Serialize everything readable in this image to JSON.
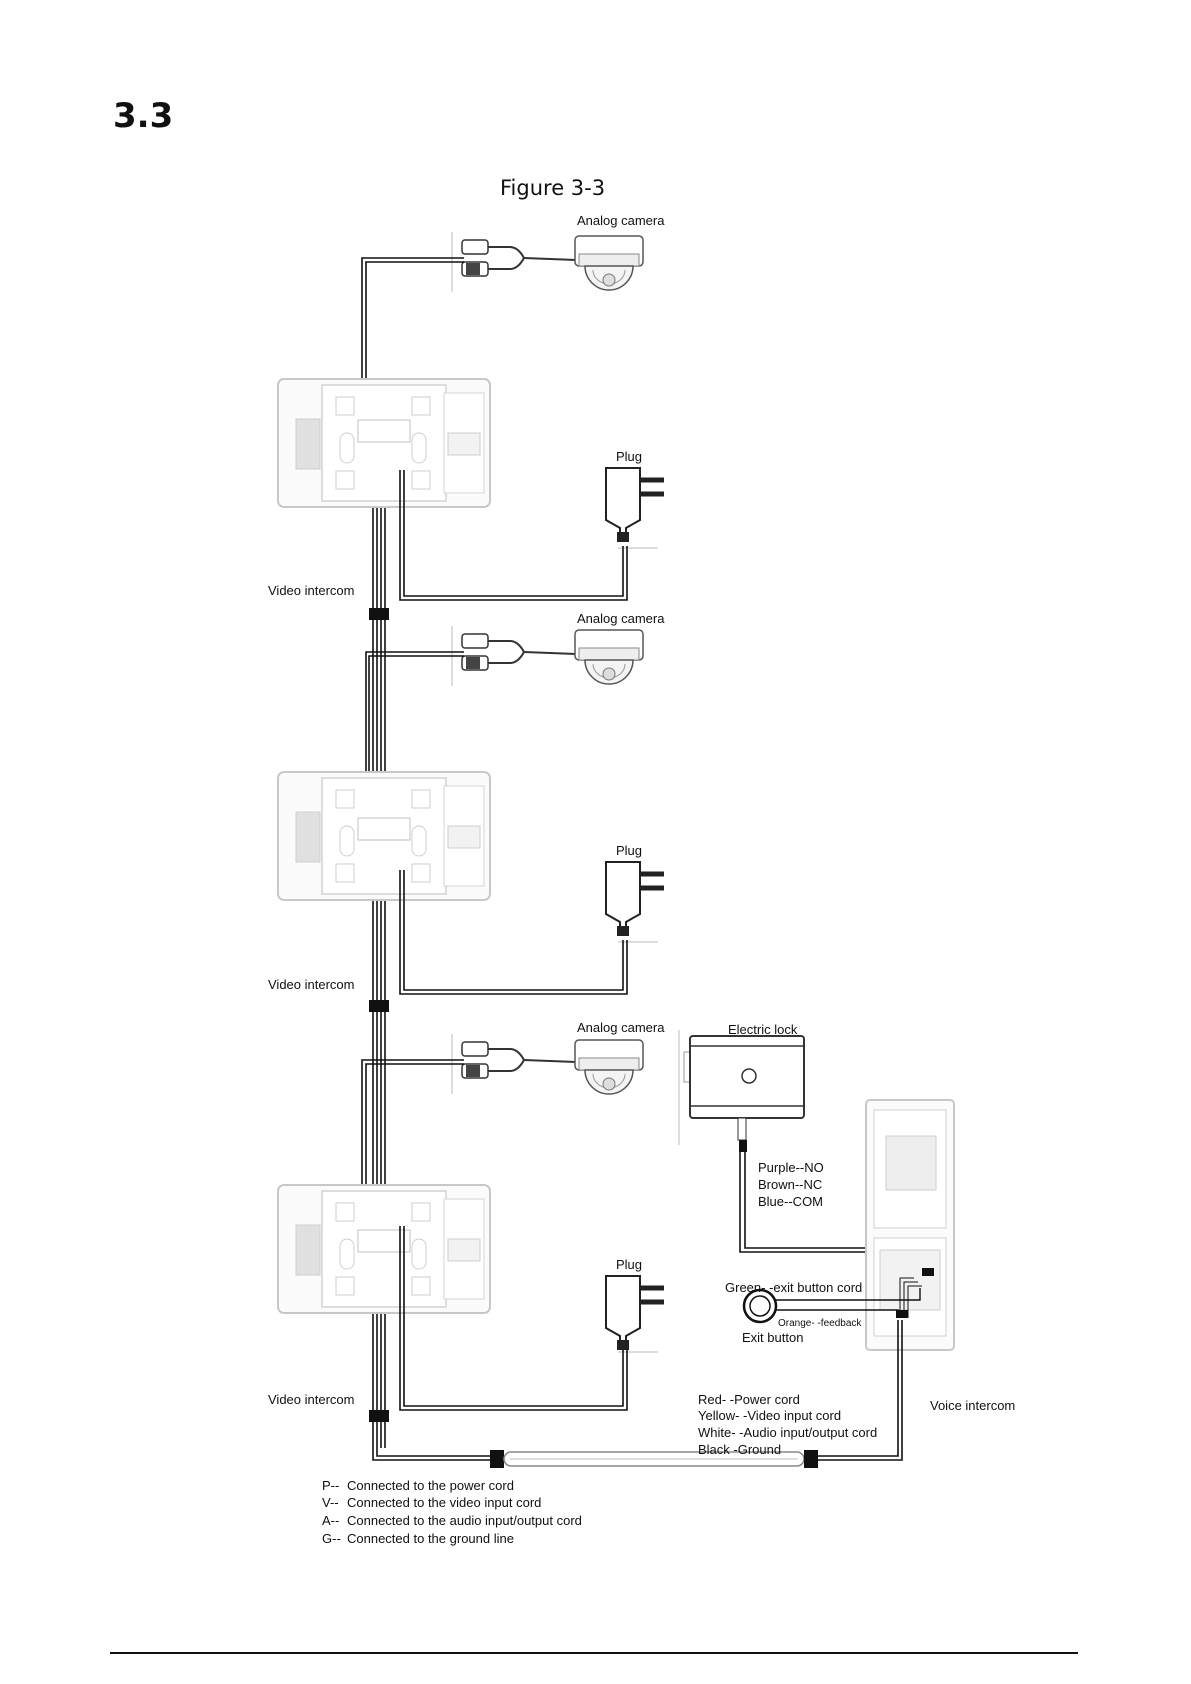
{
  "section_number": "3.3",
  "figure_caption": "Figure 3-3",
  "labels": {
    "analog_camera": "Analog camera",
    "plug": "Plug",
    "video_intercom": "Video intercom",
    "electric_lock": "Electric lock",
    "voice_intercom": "Voice intercom",
    "exit_button": "Exit button",
    "green_exit": "Green- -exit button cord",
    "orange_feedback": "Orange- -feedback"
  },
  "lock_wires": [
    "Purple--NO",
    "Brown--NC",
    "Blue--COM"
  ],
  "bus_wires": [
    "Red- -Power cord",
    "Yellow- -Video input cord",
    "White- -Audio input/output cord",
    "Black -Ground"
  ],
  "legend": [
    {
      "code": "P--",
      "text": "Connected to the power cord"
    },
    {
      "code": "V--",
      "text": "Connected to the video input cord"
    },
    {
      "code": "A--",
      "text": "Connected to the audio input/output cord"
    },
    {
      "code": "G--",
      "text": "Connected to the ground line"
    }
  ],
  "colors": {
    "line": "#111111",
    "device": "#c8c8c8",
    "device_fill": "#f6f6f6"
  }
}
